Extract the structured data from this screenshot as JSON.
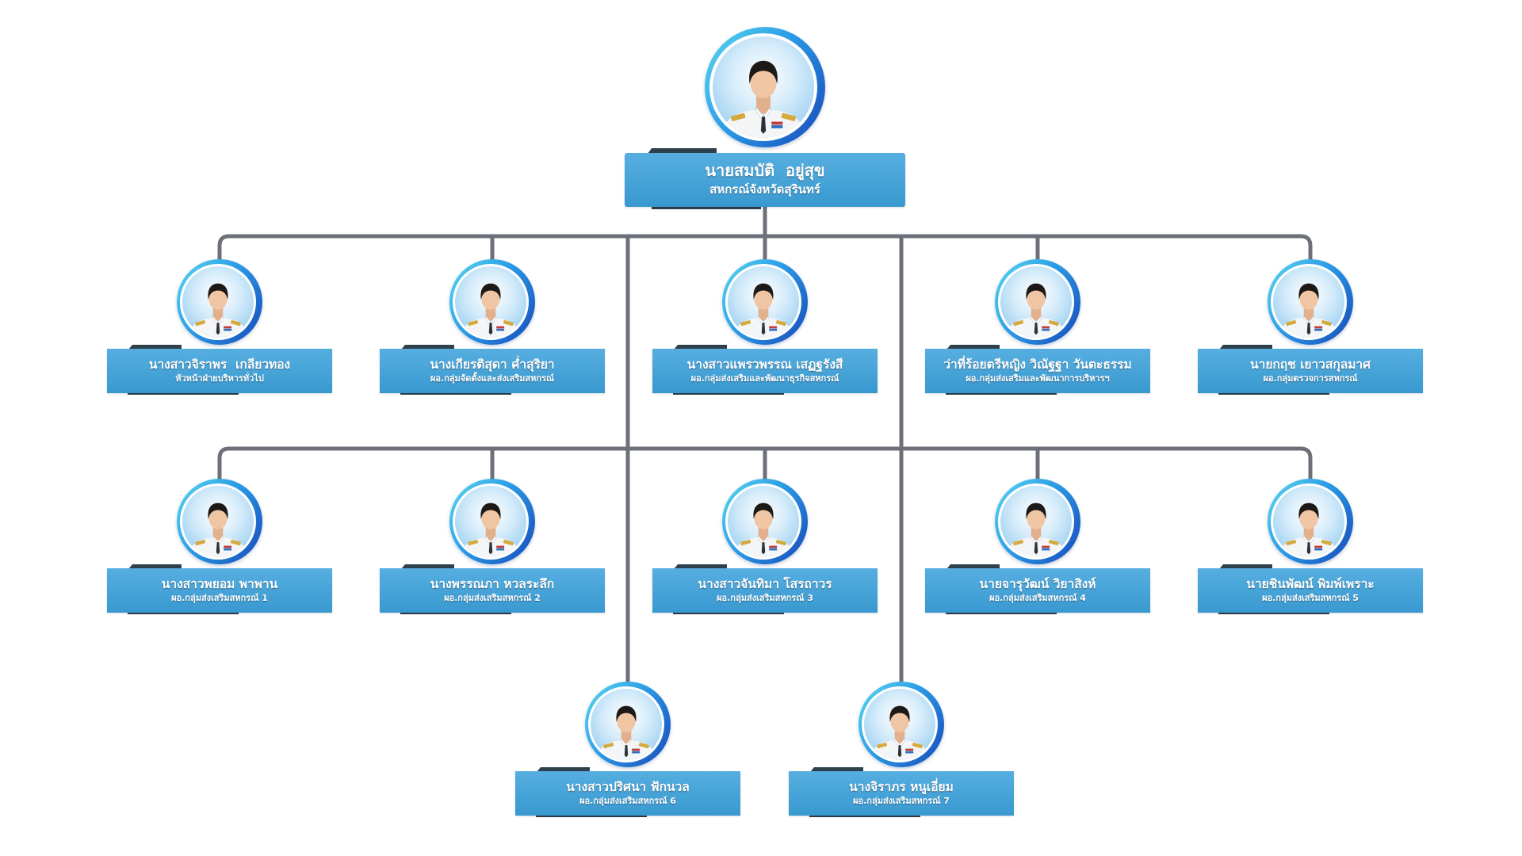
{
  "head": {
    "name": "นายสมบัติ  อยู่สุข",
    "title": "สหกรณ์จังหวัดสุรินทร์"
  },
  "rows": [
    [
      {
        "name": "นางสาวจิราพร  เกลียวทอง",
        "title": "หัวหน้าฝ่ายบริหารทั่วไป"
      },
      {
        "name": "นางเกียรติสุดา ค่ำสุริยา",
        "title": "ผอ.กลุ่มจัดตั้งและส่งเสริมสหกรณ์"
      },
      {
        "name": "นางสาวแพรวพรรณ เสฏฐรังสี",
        "title": "ผอ.กลุ่มส่งเสริมและพัฒนาธุรกิจสหกรณ์"
      },
      {
        "name": "ว่าที่ร้อยตรีหญิง วิณัฐฐา วันตะธรรม",
        "title": "ผอ.กลุ่มส่งเสริมและพัฒนาการบริหารฯ"
      },
      {
        "name": "นายกฤช เยาวสกุลมาศ",
        "title": "ผอ.กลุ่มตรวจการสหกรณ์"
      }
    ],
    [
      {
        "name": "นางสาวพยอม พาพาน",
        "title": "ผอ.กลุ่มส่งเสริมสหกรณ์ 1"
      },
      {
        "name": "นางพรรณภา หวลระลึก",
        "title": "ผอ.กลุ่มส่งเสริมสหกรณ์ 2"
      },
      {
        "name": "นางสาวจันทิมา โสรถาวร",
        "title": "ผอ.กลุ่มส่งเสริมสหกรณ์ 3"
      },
      {
        "name": "นายจารุวัฒน์ วิยาสิงห์",
        "title": "ผอ.กลุ่มส่งเสริมสหกรณ์ 4"
      },
      {
        "name": "นายชินพัฒน์ พิมพ์เพราะ",
        "title": "ผอ.กลุ่มส่งเสริมสหกรณ์ 5"
      }
    ],
    [
      {
        "name": "นางสาวปริศนา ฟักนวล",
        "title": "ผอ.กลุ่มส่งเสริมสหกรณ์ 6"
      },
      {
        "name": "นางจิราภร หนูเอี่ยม",
        "title": "ผอ.กลุ่มส่งเสริมสหกรณ์ 7"
      }
    ]
  ],
  "colors": {
    "label_box": "#3ba1db",
    "label_tab": "#2d404c",
    "connector": "#6d7079",
    "ring_light": "#5bdaf0",
    "ring_dark": "#1747b9"
  },
  "icons": {
    "portrait": "portrait-photo"
  }
}
